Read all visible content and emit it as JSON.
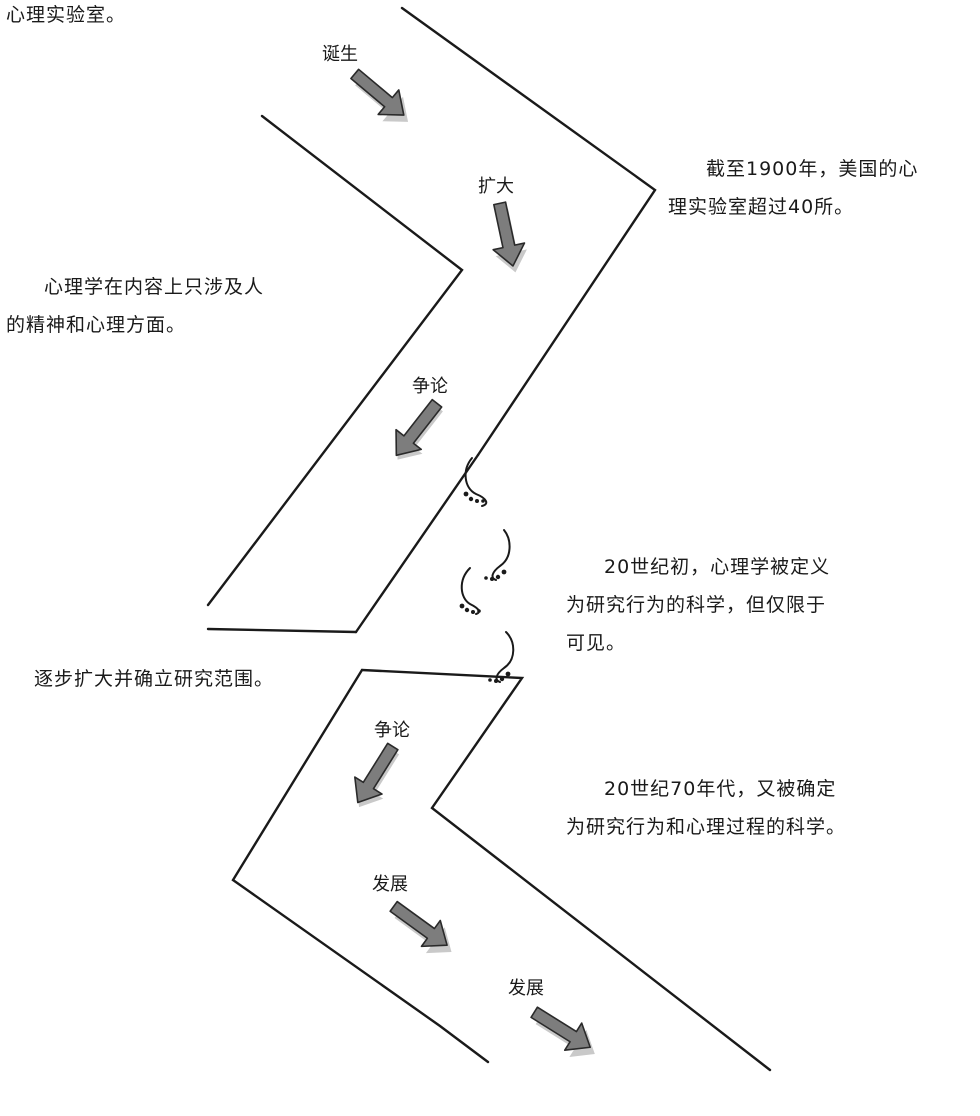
{
  "stages": {
    "birth": "诞生",
    "expand": "扩大",
    "debate_1": "争论",
    "debate_2": "争论",
    "develop_1": "发展",
    "develop_2": "发展"
  },
  "paragraphs": {
    "top_fragment": [
      "心理实验室。"
    ],
    "labs_1900": [
      "截至1900年，美国的心",
      "理实验室超过40所。"
    ],
    "content_scope": [
      "心理学在内容上只涉及人",
      "的精神和心理方面。"
    ],
    "early_20th": [
      "20世纪初，心理学被定义",
      "为研究行为的科学，但仅限于",
      "可见。"
    ],
    "expand_scope": [
      "逐步扩大并确立研究范围。"
    ],
    "seventies": [
      "20世纪70年代，又被确定",
      "为研究行为和心理过程的科学。"
    ]
  }
}
